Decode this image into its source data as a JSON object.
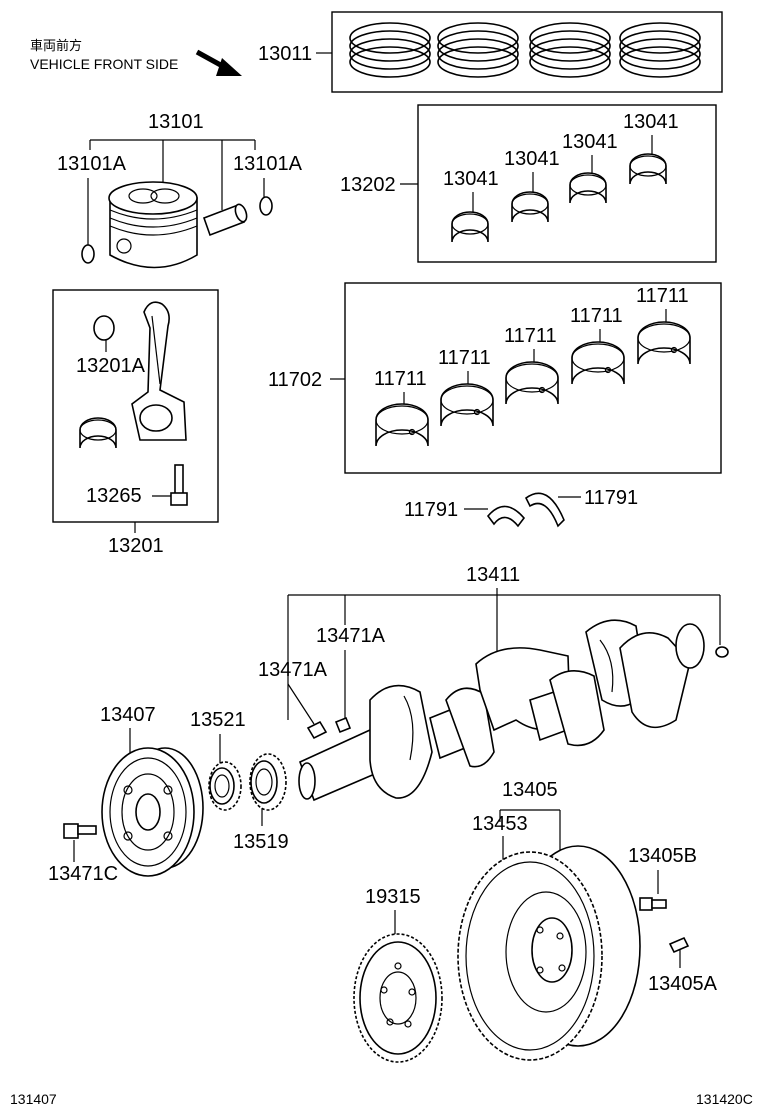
{
  "orientation": {
    "line1": "車両前方",
    "line2": "VEHICLE FRONT SIDE",
    "arrow_icon": "arrow-down-right-icon"
  },
  "parts": {
    "p13011": "13011",
    "p13101": "13101",
    "p13101A": "13101A",
    "p13202": "13202",
    "p13041": "13041",
    "p13201A": "13201A",
    "p13265": "13265",
    "p13201": "13201",
    "p11702": "11702",
    "p11711": "11711",
    "p11791": "11791",
    "p13411": "13411",
    "p13471A": "13471A",
    "p13407": "13407",
    "p13521": "13521",
    "p13519": "13519",
    "p13471C": "13471C",
    "p13405": "13405",
    "p13453": "13453",
    "p13405B": "13405B",
    "p13405A": "13405A",
    "p19315": "19315"
  },
  "footer": {
    "left_code": "131407",
    "right_code": "131420C"
  },
  "icons": [
    "piston-ring-set-icon",
    "piston-icon",
    "connecting-rod-icon",
    "bearing-shell-icon",
    "thrust-washer-icon",
    "crankshaft-icon",
    "crank-pulley-icon",
    "timing-gear-icon",
    "flywheel-icon",
    "drive-plate-icon",
    "bolt-icon",
    "pin-icon"
  ]
}
